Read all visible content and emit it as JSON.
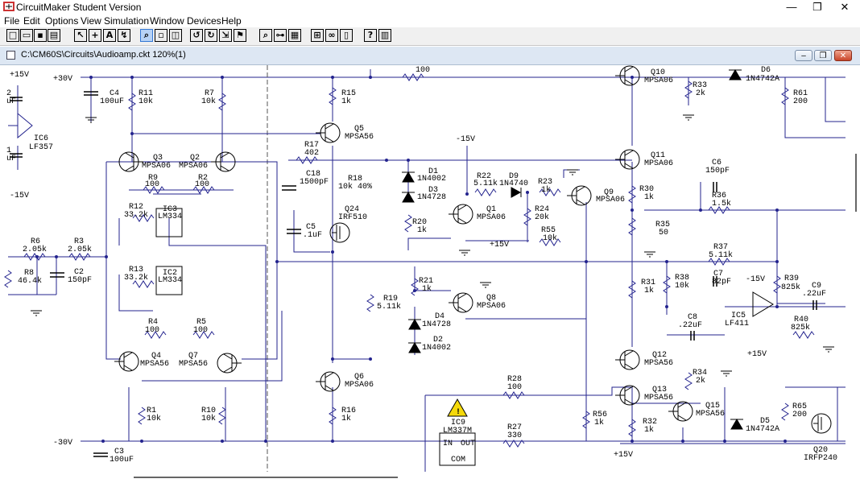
{
  "window": {
    "title": "CircuitMaker Student Version",
    "minimize": "—",
    "maximize": "❐",
    "close": "✕"
  },
  "menu": [
    "File",
    "Edit",
    "Options",
    "View",
    "Simulation",
    "Window",
    "Devices",
    "Help"
  ],
  "toolbar_icons": [
    {
      "name": "new-icon",
      "glyph": "□"
    },
    {
      "name": "open-icon",
      "glyph": "▭"
    },
    {
      "name": "save-icon",
      "glyph": "▪"
    },
    {
      "name": "print-icon",
      "glyph": "▤"
    },
    {
      "name": "arrow-tool-icon",
      "glyph": "↖"
    },
    {
      "name": "wire-tool-icon",
      "glyph": "+"
    },
    {
      "name": "text-tool-icon",
      "glyph": "A"
    },
    {
      "name": "probe-tool-icon",
      "glyph": "↯"
    },
    {
      "name": "zoom-tool-icon",
      "glyph": "⌕"
    },
    {
      "name": "rotate-icon",
      "glyph": "▫"
    },
    {
      "name": "mirror-icon",
      "glyph": "◫"
    },
    {
      "name": "rotate-left-icon",
      "glyph": "↺"
    },
    {
      "name": "rotate-right-icon",
      "glyph": "↻"
    },
    {
      "name": "step-icon",
      "glyph": "⇲"
    },
    {
      "name": "run-icon",
      "glyph": "⚑"
    },
    {
      "name": "search-icon",
      "glyph": "⌕"
    },
    {
      "name": "fuse-icon",
      "glyph": "⊶"
    },
    {
      "name": "grid-icon",
      "glyph": "▦"
    },
    {
      "name": "digital-icon",
      "glyph": "⊞"
    },
    {
      "name": "binoculars-icon",
      "glyph": "∞"
    },
    {
      "name": "clipboard-icon",
      "glyph": "▯"
    },
    {
      "name": "help-icon",
      "glyph": "?"
    },
    {
      "name": "chart-icon",
      "glyph": "▥"
    }
  ],
  "document": {
    "title": "C:\\CM60S\\Circuits\\Audioamp.ckt 120%(1)",
    "minimize": "–",
    "maximize": "❐",
    "close": "✕"
  },
  "schematic": {
    "labels": {
      "plus15v_tl": "+15V",
      "cap2": "2",
      "uf1": "uF",
      "ic6": "IC6",
      "lf357": "LF357",
      "cap1": "1",
      "uf2": "uF",
      "minus15v_l": "-15V",
      "plus30v": "+30V",
      "minus30v": "-30V",
      "c4": "C4",
      "c4v": "100uF",
      "r11": "R11",
      "r11v": "10k",
      "r7": "R7",
      "r7v": "10k",
      "r15": "R15",
      "r15v": "1k",
      "r100top": "100",
      "q10": "Q10",
      "q10v": "MPSA06",
      "r33": "R33",
      "r33v": "2k",
      "d6": "D6",
      "d6v": "1N4742A",
      "r61": "R61",
      "r61v": "200",
      "q3": "Q3",
      "q3v": "MPSA06",
      "q2": "Q2",
      "q2v": "MPSA06",
      "q5": "Q5",
      "q5v": "MPSA56",
      "r9": "R9",
      "r9v": "100",
      "r2": "R2",
      "r2v": "100",
      "r17": "R17",
      "r17v": "402",
      "minus15v_c": "-15V",
      "q11": "Q11",
      "q11v": "MPSA06",
      "c18": "C18",
      "c18v": "1500pF",
      "r18": "R18",
      "r18v": "10k 40%",
      "d1": "D1",
      "d1v": "1N4002",
      "r22": "R22",
      "r22v": "5.11k",
      "d9": "D9",
      "d9v": "1N4740",
      "r23": "R23",
      "r23v": "1k",
      "c6": "C6",
      "c6v": "150pF",
      "r12": "R12",
      "r12v": "33.2k",
      "ic3": "IC3",
      "ic3v": "LM334",
      "d3": "D3",
      "d3v": "1N4728",
      "q9": "Q9",
      "q9v": "MPSA06",
      "r30": "R30",
      "r30v": "1k",
      "r36": "R36",
      "r36v": "1.5k",
      "q24": "Q24",
      "q24v": "IRF510",
      "q1": "Q1",
      "q1v": "MPSA06",
      "r24": "R24",
      "r24v": "20k",
      "c5": "C5",
      "c5v": ".1uF",
      "r20": "R20",
      "r20v": "1k",
      "r35": "R35",
      "r35v": "50",
      "r6": "R6",
      "r6v": "2.05k",
      "r3": "R3",
      "r3v": "2.05k",
      "plus15v_m": "+15V",
      "r55": "R55",
      "r55v": "10k",
      "r37": "R37",
      "r37v": "5.11k",
      "r8": "R8",
      "r8v": "46.4k",
      "c2": "C2",
      "c2v": "150pF",
      "r13": "R13",
      "r13v": "33.2k",
      "ic2": "IC2",
      "ic2v": "LM334",
      "r21": "R21",
      "r21v": "1k",
      "r38": "R38",
      "r38v": "10k",
      "c7": "C7",
      "c7v": "82pF",
      "minus15v_r": "-15V",
      "r39": "R39",
      "r39v": "825k",
      "c9": "C9",
      "c9v": ".22uF",
      "r31": "R31",
      "r31v": "1k",
      "r19": "R19",
      "r19v": "5.11k",
      "q8": "Q8",
      "q8v": "MPSA06",
      "c8": "C8",
      "c8v": ".22uF",
      "ic5": "IC5",
      "ic5v": "LF411",
      "r40": "R40",
      "r40v": "825k",
      "d4": "D4",
      "d4v": "1N4728",
      "r4": "R4",
      "r4v": "100",
      "r5": "R5",
      "r5v": "100",
      "d2": "D2",
      "d2v": "1N4002",
      "plus15v_r": "+15V",
      "q4": "Q4",
      "q4v": "MPSA56",
      "q7": "Q7",
      "q7v": "MPSA56",
      "q12": "Q12",
      "q12v": "MPSA56",
      "r34": "R34",
      "r34v": "2k",
      "q6": "Q6",
      "q6v": "MPSA06",
      "r28": "R28",
      "r28v": "100",
      "q13": "Q13",
      "q13v": "MPSA56",
      "q15": "Q15",
      "q15v": "MPSA56",
      "r1": "R1",
      "r1v": "10k",
      "r10": "R10",
      "r10v": "10k",
      "r16": "R16",
      "r16v": "1k",
      "ic9": "IC9",
      "ic9v": "LM337M",
      "r56": "R56",
      "r56v": "1k",
      "r65": "R65",
      "r65v": "200",
      "r27": "R27",
      "r27v": "330",
      "r32": "R32",
      "r32v": "1k",
      "d5": "D5",
      "d5v": "1N4742A",
      "in": "IN",
      "out": "OUT",
      "com": "COM",
      "c3": "C3",
      "c3v": "100uF",
      "plus15v_b": "+15V",
      "q20": "Q20",
      "q20v": "IRFP240",
      "warning": "!"
    }
  }
}
